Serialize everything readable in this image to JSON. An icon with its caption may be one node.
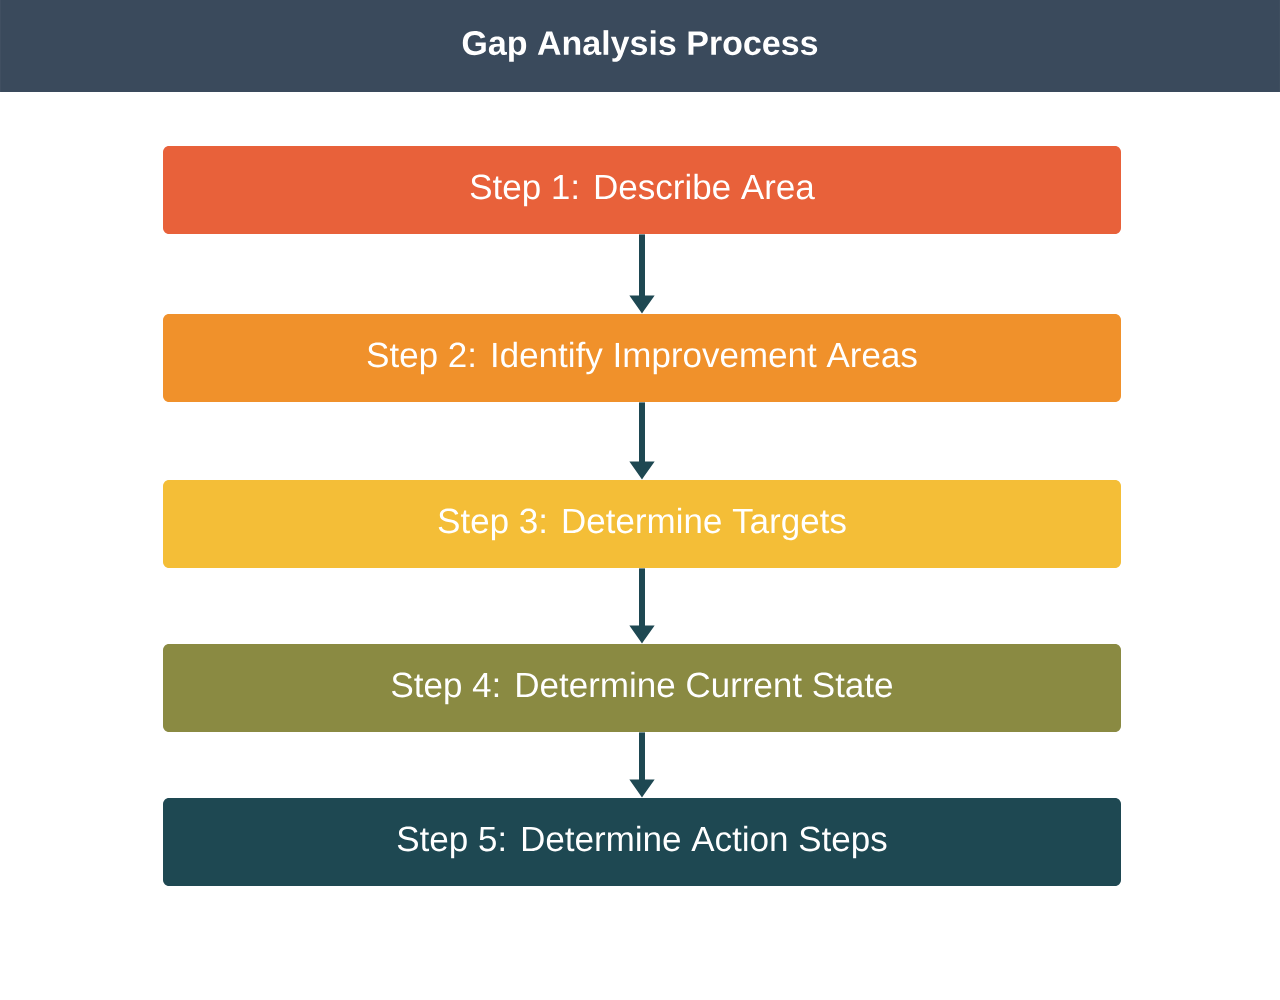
{
  "diagram": {
    "title": "Gap Analysis Process",
    "nodes": [
      {
        "text": [
          "Step 1: Describe Area"
        ]
      },
      {
        "text": [
          "Step 2: Identify Improvement Areas"
        ]
      },
      {
        "text": [
          "Step 3: Determine Targets"
        ]
      },
      {
        "text": [
          "Step 4: Determine Current State"
        ]
      },
      {
        "text": [
          "Step 5: Determine Action Steps"
        ]
      }
    ],
    "edges": [
      {
        "from": 0,
        "to": 1,
        "arrow": "to"
      },
      {
        "from": 1,
        "to": 2,
        "arrow": "to"
      },
      {
        "from": 2,
        "to": 3,
        "arrow": "to"
      },
      {
        "from": 3,
        "to": 4,
        "arrow": "to"
      }
    ]
  }
}
